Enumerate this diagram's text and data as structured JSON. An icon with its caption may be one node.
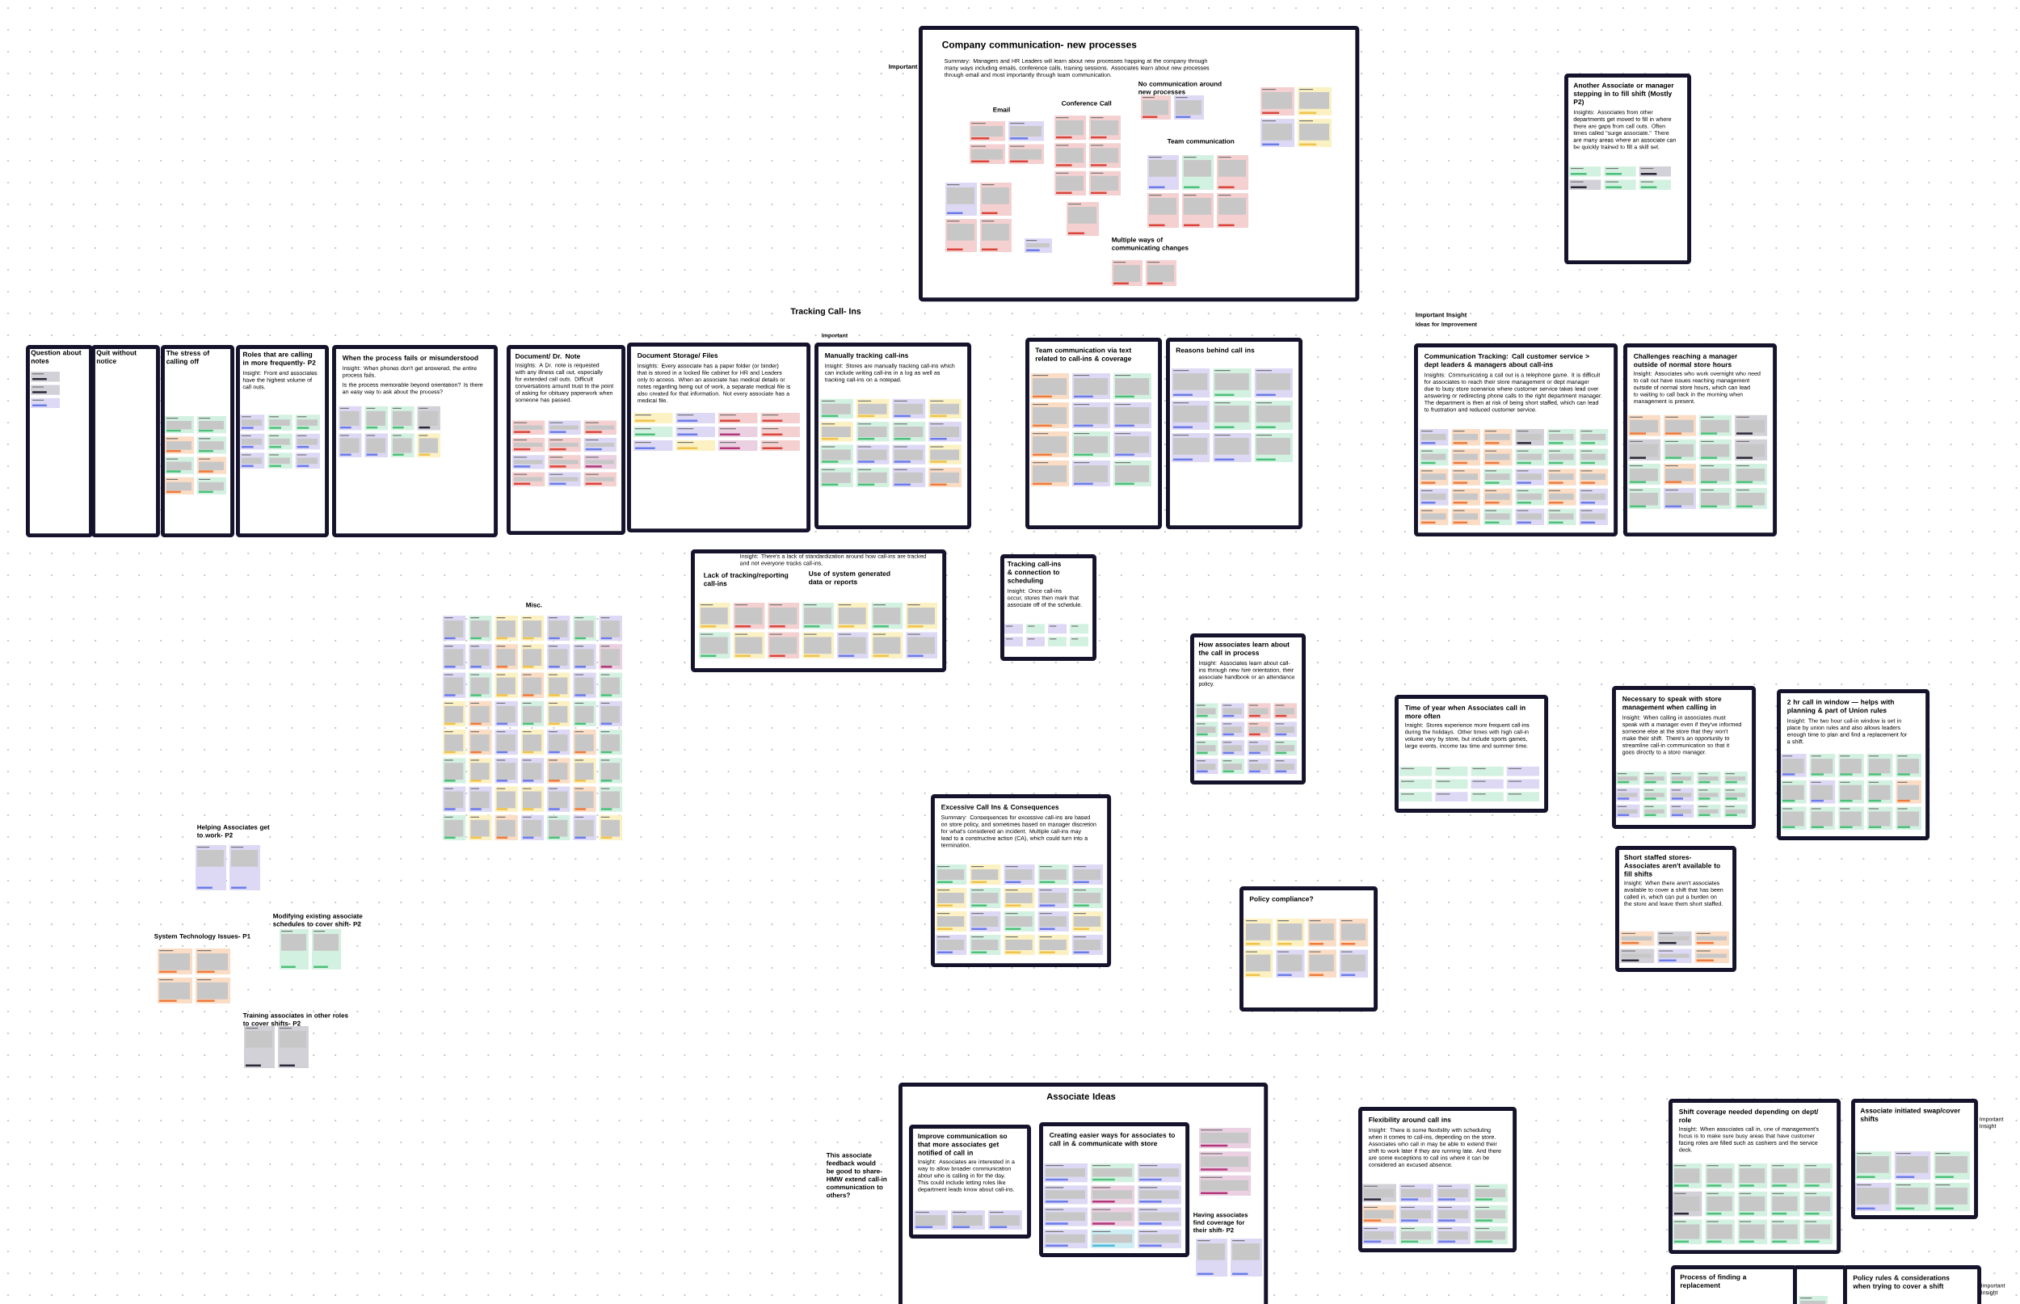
{
  "diagram": {
    "title": "Tracking Call- Ins",
    "nodes": [
      {
        "beside": [
          "Important"
        ],
        "text": [
          "Company communication- new processes",
          "Summary: Managers and HR Leaders will learn about new processes happing at the company through many ways including emails, conference calls, training sessions. Associates learn about new processes through email and most importantly through team communication."
        ]
      },
      {
        "text": [
          "Question about notes"
        ]
      },
      {
        "text": [
          "Quit without notice"
        ]
      },
      {
        "text": [
          "The stress of calling off"
        ]
      },
      {
        "text": [
          "Roles that are calling in more frequently- P2",
          "Insight: Front end associates have the highest volume of call outs."
        ]
      },
      {
        "text": [
          "When the process fails or misunderstood",
          "Insight: When phones don't get answered, the entire process fails.",
          "Is the process memorable beyond orientation? Is there an easy way to ask about the process?"
        ]
      },
      {
        "text": [
          "Document/ Dr. Note",
          "Insights: A Dr. note is requested with any illness call out, especially for extended call outs. Difficult conversations around trust to the point of asking for obituary paperwork when someone has passed."
        ]
      },
      {
        "text": [
          "Document Storage/ Files",
          "Insights: Every associate has a paper folder (or binder) that is stored in a locked file cabinet for HR and Leaders only to access. When an associate has medical details or notes regarding being out of work, a separate medical file is also created for that information. Not every associate has a medical file."
        ]
      },
      {
        "beside": [
          "Important"
        ],
        "text": [
          "Manually tracking call-ins",
          "Insight: Stores are manually tracking call-ins which can include writing call-ins in a log as well as tracking call-ins on a notepad."
        ]
      },
      {
        "text": [
          "Team communication via text related to call-ins & coverage"
        ]
      },
      {
        "text": [
          "Reasons behind call ins"
        ]
      },
      {
        "text": [
          "Communication Tracking: Call customer service > dept leaders & managers about call-ins",
          "Insights: Communicating a call out is a telephone game. It is difficult for associates to reach their store management or dept manager due to busy store scenarios where customer service takes lead over answering or redirecting phone calls to the right department manager. The department is then at risk of being short staffed, which can lead to frustration and reduced customer service."
        ]
      },
      {
        "text": [
          "Challenges reaching a manager outside of normal store hours",
          "Insight: Associates who work overnight who need to call out have issues reaching management outside of normal store hours, which can lead to waiting to call back in the morning when management is present."
        ]
      },
      {
        "text": [
          "Another Associate or manager stepping in to fill shift (Mostly P2)",
          "Insights: Associates from other departments get moved to fill in where there are gaps from call outs. Often times called \"surge associate.\" There are many areas where an associate can be quickly trained to fill a skill set."
        ]
      },
      {
        "text": [
          "Insight: There's a lack of standardization around how call-ins are tracked and not everyone tracks call-ins.",
          "Lack of tracking/reporting call-ins",
          "Use of system generated data or reports"
        ]
      },
      {
        "text": [
          "Tracking call-ins & connection to scheduling",
          "Insight: Once call-ins occur, stores then mark that associate off of the schedule."
        ]
      },
      {
        "text": [
          "How associates learn about the call in process",
          "Insight: Associates learn about call-ins through new hire orientation, their associate handbook or an attendance policy."
        ]
      },
      {
        "text": [
          "Excessive Call Ins & Consequences",
          "Summary: Consequences for excessive call-ins are based on store policy, and sometimes based on manager discretion for what's considered an incident. Multiple call-ins may lead to a constructive action (CA), which could turn into a termination."
        ]
      },
      {
        "text": [
          "Policy compliance?"
        ]
      },
      {
        "text": [
          "Time of year when Associates call in more often",
          "Insight: Stores experience more frequent call-ins during the holidays. Other times with high call-in volume vary by store, but include sports games, large events, income tax time and summer time."
        ]
      },
      {
        "text": [
          "Necessary to speak with store management when calling in",
          "Insight: When calling in associates must speak with a manager even if they've informed someone else at the store that they won't make their shift. There's an opportunity to streamline call-in communication so that it goes directly to a store manager."
        ]
      },
      {
        "text": [
          "2 hr call in window — helps with planning & part of Union rules",
          "Insight: The two hour call-in window is set in place by union rules and also allows leaders enough time to plan and find a replacement for a shift."
        ]
      },
      {
        "text": [
          "Short staffed stores- Associates aren't available to fill shifts",
          "Insight: When there aren't associates available to cover a shift that has been called in, which can put a burden on the store and leave them short staffed."
        ]
      },
      {
        "text": [
          "Associate Ideas"
        ]
      },
      {
        "text": [
          "Improve communication so that more associates get notified of call in",
          "Insight: Associates are interested in a way to allow broader communication about who is calling in for the day. This could include letting roles like department leads know about call-ins."
        ],
        "in": 23
      },
      {
        "text": [
          "Creating easier ways for associates to call in & communicate with store"
        ],
        "in": 23
      },
      {
        "text": [
          "Flexibility around call ins",
          "Insight: There is some flexibility with scheduling when it comes to call-ins, depending on the store. Associates who call in may be able to extend their shift to work later if they are running late. And there are some exceptions to call ins where it can be considered an excused absence."
        ]
      },
      {
        "text": [
          "Shift coverage needed depending on dept/ role",
          "Insight: When associates call in, one of management's focus is to make sure busy areas that have customer facing roles are filled such as cashiers and the service deck."
        ]
      },
      {
        "text": [
          "Associate initiated swap/cover shifts"
        ],
        "beside": [
          "Important Insight"
        ]
      },
      {
        "text": [
          "Process of finding a replacement"
        ]
      },
      {
        "text": [],
        "shape": "box"
      },
      {
        "text": [
          "Policy rules & considerations when trying to cover a shift"
        ],
        "beside": [
          "Important Insight"
        ]
      }
    ],
    "labels": [
      "Email",
      "Conference Call",
      "No communication around new processes",
      "Team communication",
      "Multiple ways of communicating changes",
      "Important Insight",
      "Ideas for Improvement",
      "Misc.",
      "Helping Associates get to work- P2",
      "Modifying existing associate schedules to cover shift- P2",
      "System Technology Issues- P1",
      "Training associates in other roles to cover shifts- P2",
      "This associate feedback would be good to share- HMW extend call-in communication to others?",
      "Having associates find coverage for their shift- P2"
    ]
  }
}
